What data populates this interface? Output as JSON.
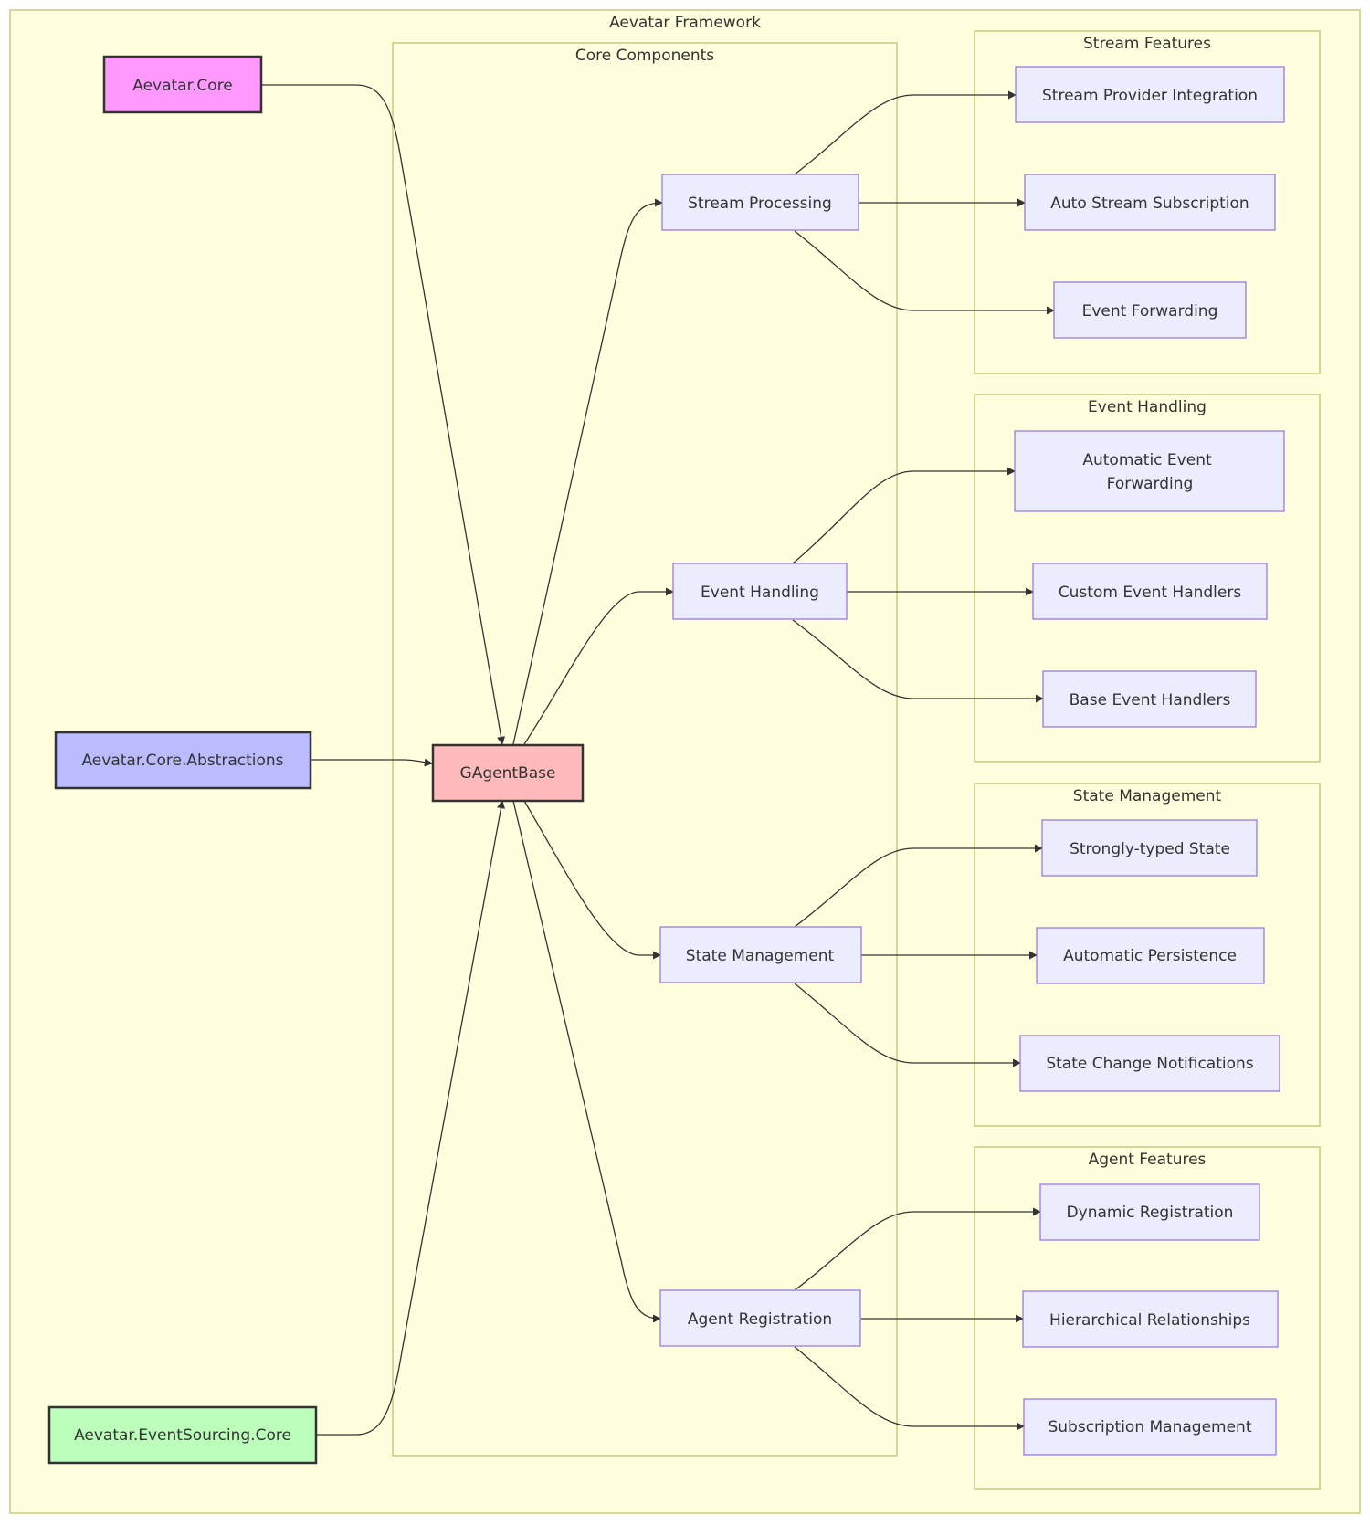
{
  "diagram": {
    "title": "Aevatar Framework",
    "clusters": {
      "core_components": "Core Components",
      "stream_features": "Stream Features",
      "event_handling": "Event Handling",
      "state_management": "State Management",
      "agent_features": "Agent Features"
    },
    "nodes": {
      "aevatar_core": "Aevatar.Core",
      "core_abstractions": "Aevatar.Core.Abstractions",
      "eventsourcing_core": "Aevatar.EventSourcing.Core",
      "gagentbase": "GAgentBase",
      "stream_processing": "Stream Processing",
      "event_handling": "Event Handling",
      "state_management": "State Management",
      "agent_registration": "Agent Registration",
      "stream_provider_integration": "Stream Provider Integration",
      "auto_stream_subscription": "Auto Stream Subscription",
      "event_forwarding": "Event Forwarding",
      "automatic_event_forwarding_1": "Automatic Event",
      "automatic_event_forwarding_2": "Forwarding",
      "custom_event_handlers": "Custom Event Handlers",
      "base_event_handlers": "Base Event Handlers",
      "strongly_typed_state": "Strongly-typed State",
      "automatic_persistence": "Automatic Persistence",
      "state_change_notifications": "State Change Notifications",
      "dynamic_registration": "Dynamic Registration",
      "hierarchical_relationships": "Hierarchical Relationships",
      "subscription_management": "Subscription Management"
    },
    "colors": {
      "background": "#ffffde",
      "cluster_stroke": "#c8c880",
      "node_fill": "#ececff",
      "node_stroke": "#9370db",
      "aevatar_core_fill": "#ff99ff",
      "core_abstractions_fill": "#bbbbff",
      "eventsourcing_core_fill": "#bbffbb",
      "gagentbase_fill": "#ffbbbb",
      "edge": "#333333"
    },
    "edges": [
      [
        "aevatar_core",
        "gagentbase"
      ],
      [
        "core_abstractions",
        "gagentbase"
      ],
      [
        "eventsourcing_core",
        "gagentbase"
      ],
      [
        "gagentbase",
        "stream_processing"
      ],
      [
        "gagentbase",
        "event_handling"
      ],
      [
        "gagentbase",
        "state_management"
      ],
      [
        "gagentbase",
        "agent_registration"
      ],
      [
        "stream_processing",
        "stream_provider_integration"
      ],
      [
        "stream_processing",
        "auto_stream_subscription"
      ],
      [
        "stream_processing",
        "event_forwarding"
      ],
      [
        "event_handling",
        "automatic_event_forwarding"
      ],
      [
        "event_handling",
        "custom_event_handlers"
      ],
      [
        "event_handling",
        "base_event_handlers"
      ],
      [
        "state_management",
        "strongly_typed_state"
      ],
      [
        "state_management",
        "automatic_persistence"
      ],
      [
        "state_management",
        "state_change_notifications"
      ],
      [
        "agent_registration",
        "dynamic_registration"
      ],
      [
        "agent_registration",
        "hierarchical_relationships"
      ],
      [
        "agent_registration",
        "subscription_management"
      ]
    ]
  }
}
